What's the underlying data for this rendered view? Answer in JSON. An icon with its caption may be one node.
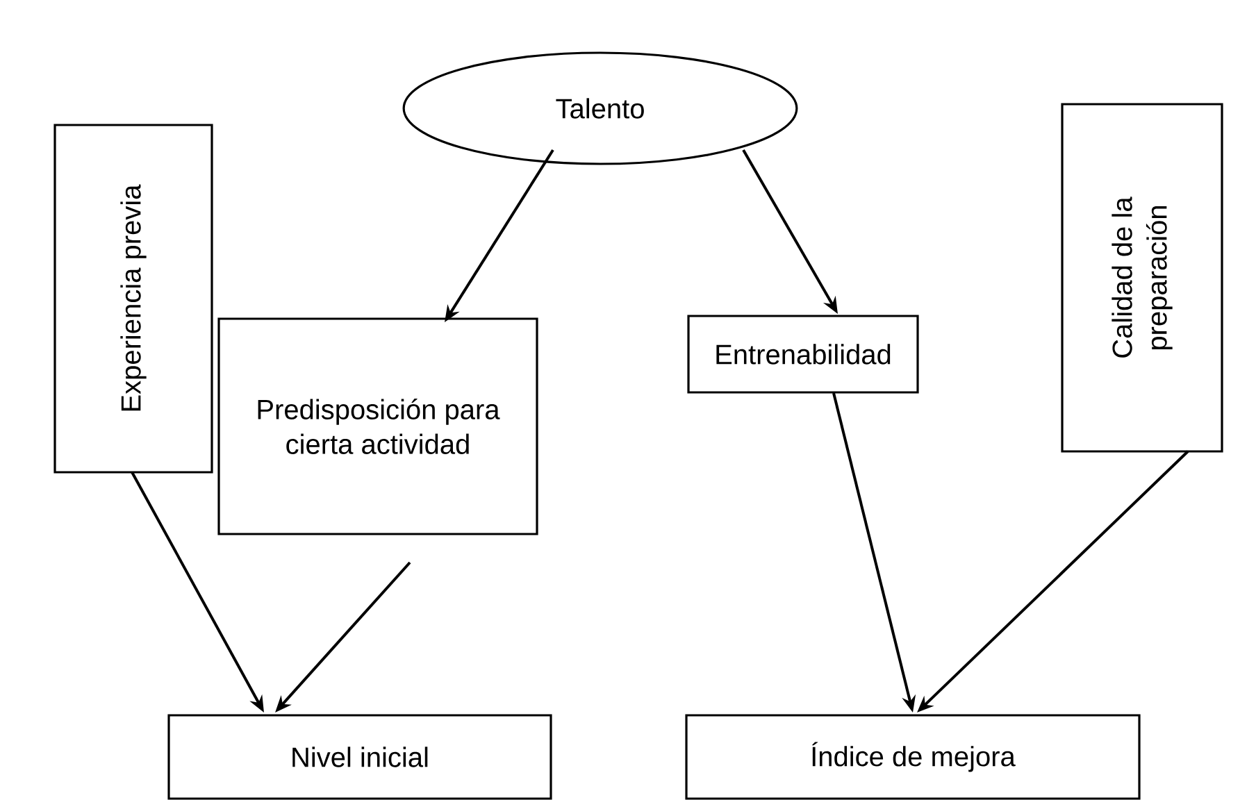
{
  "diagram": {
    "nodes": [
      {
        "text": [
          "Talento"
        ]
      },
      {
        "text": [
          "Experiencia previa"
        ]
      },
      {
        "text": [
          "Predisposición para cierta actividad"
        ]
      },
      {
        "text": [
          "Entrenabilidad"
        ]
      },
      {
        "text": [
          "Calidad de la preparación"
        ]
      },
      {
        "text": [
          "Nivel inicial"
        ]
      },
      {
        "text": [
          "Índice de mejora"
        ]
      }
    ],
    "edges": [
      {
        "from": 0,
        "to": 2,
        "arrow": "to"
      },
      {
        "from": 0,
        "to": 3,
        "arrow": "to"
      },
      {
        "from": 1,
        "to": 5,
        "arrow": "to"
      },
      {
        "from": 2,
        "to": 5,
        "arrow": "to"
      },
      {
        "from": 3,
        "to": 6,
        "arrow": "to"
      },
      {
        "from": 4,
        "to": 6,
        "arrow": "to"
      }
    ]
  }
}
